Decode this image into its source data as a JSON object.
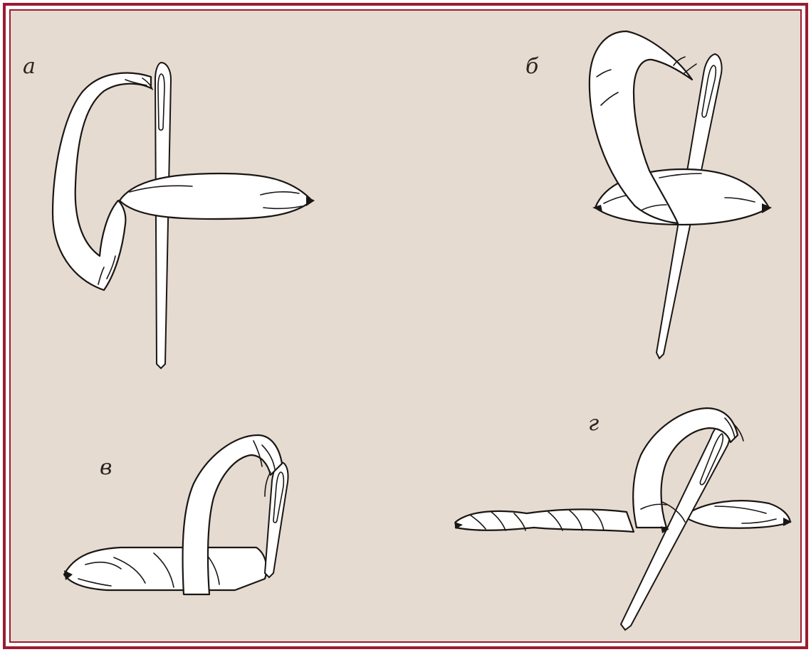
{
  "panels": [
    {
      "id": "a",
      "label": "а"
    },
    {
      "id": "b",
      "label": "б"
    },
    {
      "id": "c",
      "label": "в"
    },
    {
      "id": "d",
      "label": "г"
    }
  ],
  "colors": {
    "background": "#e6dbd0",
    "frame": "#9b1b30",
    "ink": "#1a1614",
    "ribbon": "#ffffff"
  }
}
